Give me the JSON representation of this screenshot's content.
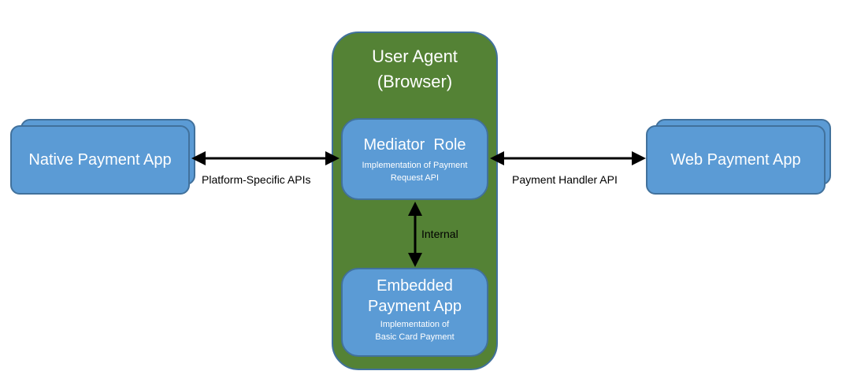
{
  "diagram": {
    "native_app": {
      "label": "Native Payment App"
    },
    "web_app": {
      "label": "Web Payment App"
    },
    "user_agent": {
      "title_line1": "User Agent",
      "title_line2": "(Browser)"
    },
    "mediator": {
      "title": "Mediator  Role",
      "subtitle_line1": "Implementation of Payment",
      "subtitle_line2": "Request API"
    },
    "embedded": {
      "title_line1": "Embedded",
      "title_line2": "Payment App",
      "subtitle_line1": "Implementation of",
      "subtitle_line2": "Basic Card Payment"
    },
    "edges": {
      "platform": "Platform-Specific APIs",
      "handler": "Payment Handler API",
      "internal": "Internal"
    },
    "colors": {
      "box_fill": "#5b9bd5",
      "box_border": "#41719c",
      "agent_fill": "#548235",
      "arrow": "#000000"
    }
  }
}
